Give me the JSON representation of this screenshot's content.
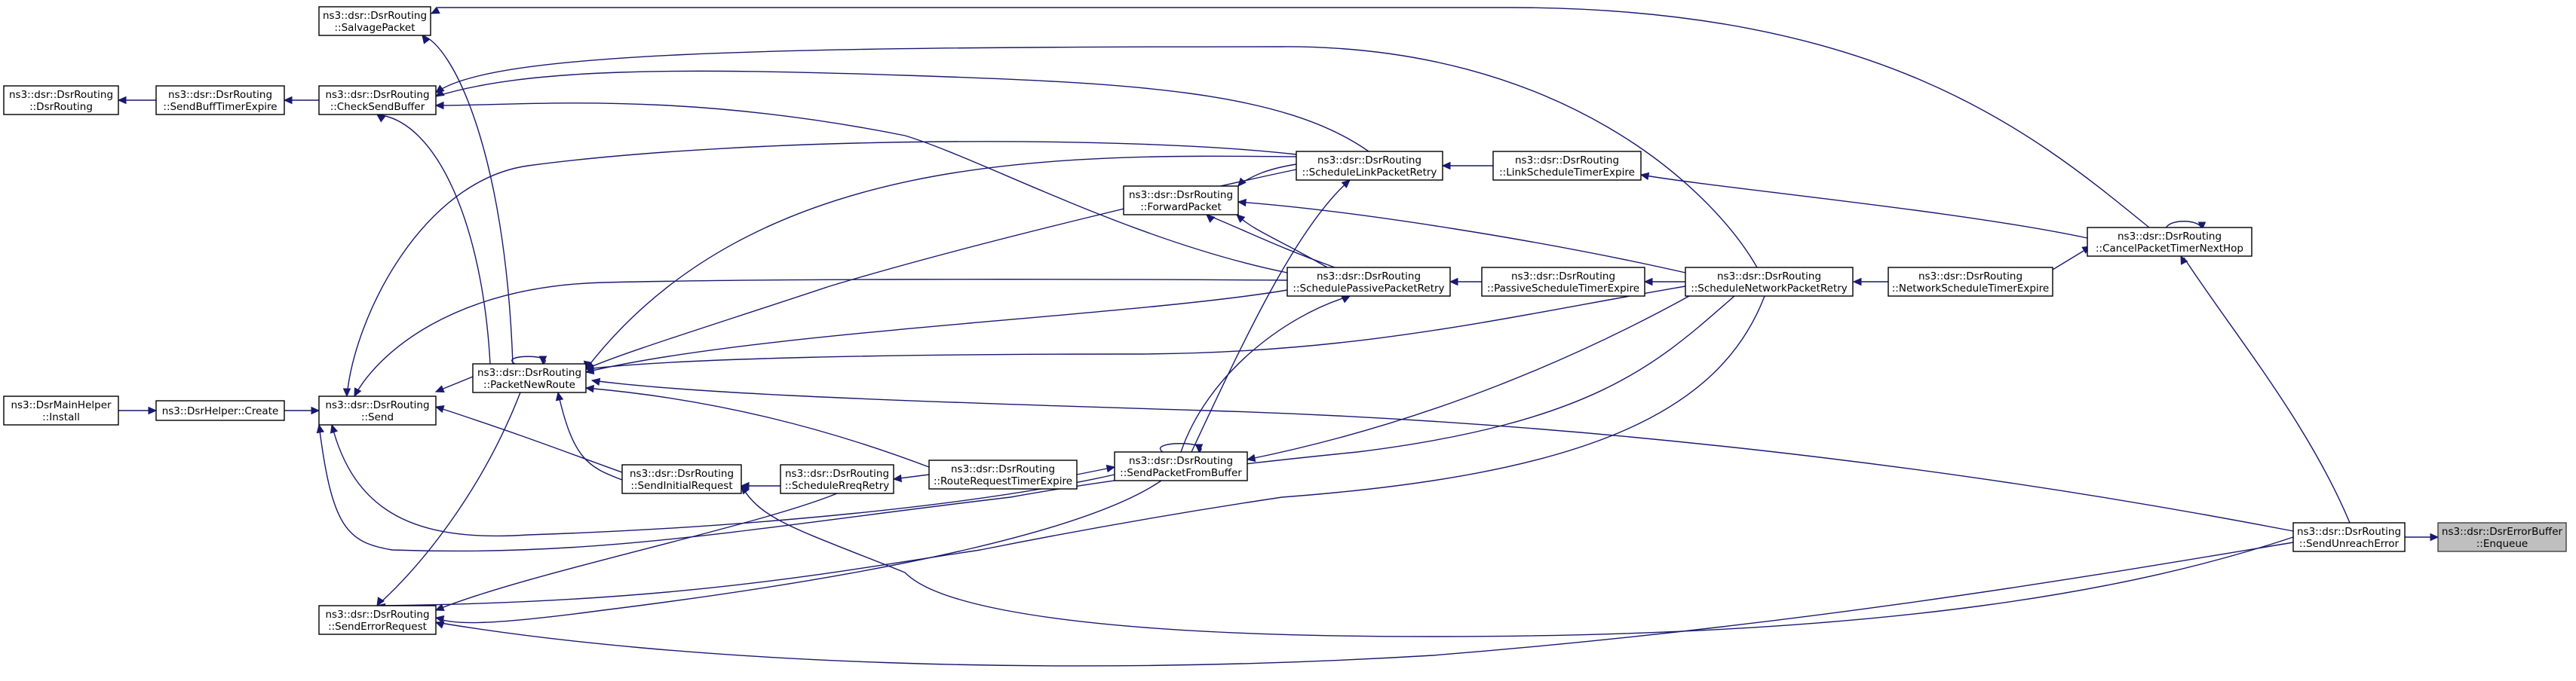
{
  "graph": {
    "kind": "caller-graph",
    "colors": {
      "edge": "#191970",
      "node_border": "#000000",
      "focus_fill": "#bfbfbf",
      "background": "#ffffff"
    },
    "nodes": [
      {
        "id": "enqueue",
        "line1": "ns3::dsr::DsrErrorBuffer",
        "line2": "::Enqueue",
        "focus": true
      },
      {
        "id": "sendunreach",
        "line1": "ns3::dsr::DsrRouting",
        "line2": "::SendUnreachError"
      },
      {
        "id": "cancelpacket",
        "line1": "ns3::dsr::DsrRouting",
        "line2": "::CancelPacketTimerNextHop"
      },
      {
        "id": "netschedtimer",
        "line1": "ns3::dsr::DsrRouting",
        "line2": "::NetworkScheduleTimerExpire"
      },
      {
        "id": "schednetretry",
        "line1": "ns3::dsr::DsrRouting",
        "line2": "::ScheduleNetworkPacketRetry"
      },
      {
        "id": "linkschedtimer",
        "line1": "ns3::dsr::DsrRouting",
        "line2": "::LinkScheduleTimerExpire"
      },
      {
        "id": "passschedtimer",
        "line1": "ns3::dsr::DsrRouting",
        "line2": "::PassiveScheduleTimerExpire"
      },
      {
        "id": "schedlinkretry",
        "line1": "ns3::dsr::DsrRouting",
        "line2": "::ScheduleLinkPacketRetry"
      },
      {
        "id": "schedpassretry",
        "line1": "ns3::dsr::DsrRouting",
        "line2": "::SchedulePassivePacketRetry"
      },
      {
        "id": "forwardpacket",
        "line1": "ns3::dsr::DsrRouting",
        "line2": "::ForwardPacket"
      },
      {
        "id": "sendfrombuffer",
        "line1": "ns3::dsr::DsrRouting",
        "line2": "::SendPacketFromBuffer"
      },
      {
        "id": "routereqtimer",
        "line1": "ns3::dsr::DsrRouting",
        "line2": "::RouteRequestTimerExpire"
      },
      {
        "id": "schedreqretry",
        "line1": "ns3::dsr::DsrRouting",
        "line2": "::ScheduleRreqRetry"
      },
      {
        "id": "sendinitreq",
        "line1": "ns3::dsr::DsrRouting",
        "line2": "::SendInitialRequest"
      },
      {
        "id": "packetnewroute",
        "line1": "ns3::dsr::DsrRouting",
        "line2": "::PacketNewRoute"
      },
      {
        "id": "salvage",
        "line1": "ns3::dsr::DsrRouting",
        "line2": "::SalvagePacket"
      },
      {
        "id": "checksendbuf",
        "line1": "ns3::dsr::DsrRouting",
        "line2": "::CheckSendBuffer"
      },
      {
        "id": "sendbufftimer",
        "line1": "ns3::dsr::DsrRouting",
        "line2": "::SendBuffTimerExpire"
      },
      {
        "id": "dsrrouting",
        "line1": "ns3::dsr::DsrRouting",
        "line2": "::DsrRouting"
      },
      {
        "id": "send",
        "line1": "ns3::dsr::DsrRouting",
        "line2": "::Send"
      },
      {
        "id": "senderrreq",
        "line1": "ns3::dsr::DsrRouting",
        "line2": "::SendErrorRequest"
      },
      {
        "id": "helpercreate",
        "line1": "ns3::DsrHelper::Create",
        "line2": ""
      },
      {
        "id": "mainhelperinstall",
        "line1": "ns3::DsrMainHelper",
        "line2": "::Install"
      }
    ]
  }
}
